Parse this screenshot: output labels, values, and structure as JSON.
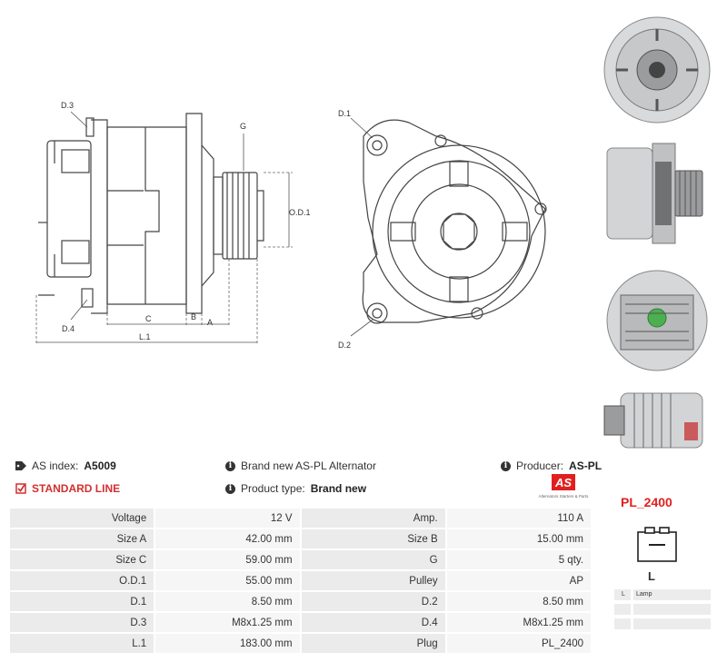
{
  "drawing": {
    "labels": {
      "d3": "D.3",
      "g": "G",
      "od1": "O.D.1",
      "d4": "D.4",
      "c": "C",
      "b": "B",
      "a": "A",
      "l1": "L.1",
      "d1": "D.1",
      "d2": "D.2"
    }
  },
  "info": {
    "as_index_label": "AS index:",
    "as_index_value": "A5009",
    "standard_line": "STANDARD LINE",
    "brand_new": "Brand new AS-PL Alternator",
    "product_type_label": "Product type:",
    "product_type_value": "Brand new",
    "producer_label": "Producer:",
    "producer_value": "AS-PL"
  },
  "logo": {
    "mark": "AS",
    "tagline": "Alternators Starters & Parts",
    "accent": "#e02020"
  },
  "specs": [
    [
      "Voltage",
      "12 V",
      "Amp.",
      "110 A"
    ],
    [
      "Size A",
      "42.00 mm",
      "Size B",
      "15.00 mm"
    ],
    [
      "Size C",
      "59.00 mm",
      "G",
      "5 qty."
    ],
    [
      "O.D.1",
      "55.00 mm",
      "Pulley",
      "AP"
    ],
    [
      "D.1",
      "8.50 mm",
      "D.2",
      "8.50 mm"
    ],
    [
      "D.3",
      "M8x1.25 mm",
      "D.4",
      "M8x1.25 mm"
    ],
    [
      "L.1",
      "183.00 mm",
      "Plug",
      "PL_2400"
    ]
  ],
  "plug": {
    "code": "PL_2400",
    "letter": "L",
    "pins": [
      {
        "key": "L",
        "value": "Lamp"
      },
      {
        "key": "",
        "value": ""
      },
      {
        "key": "",
        "value": ""
      }
    ]
  }
}
